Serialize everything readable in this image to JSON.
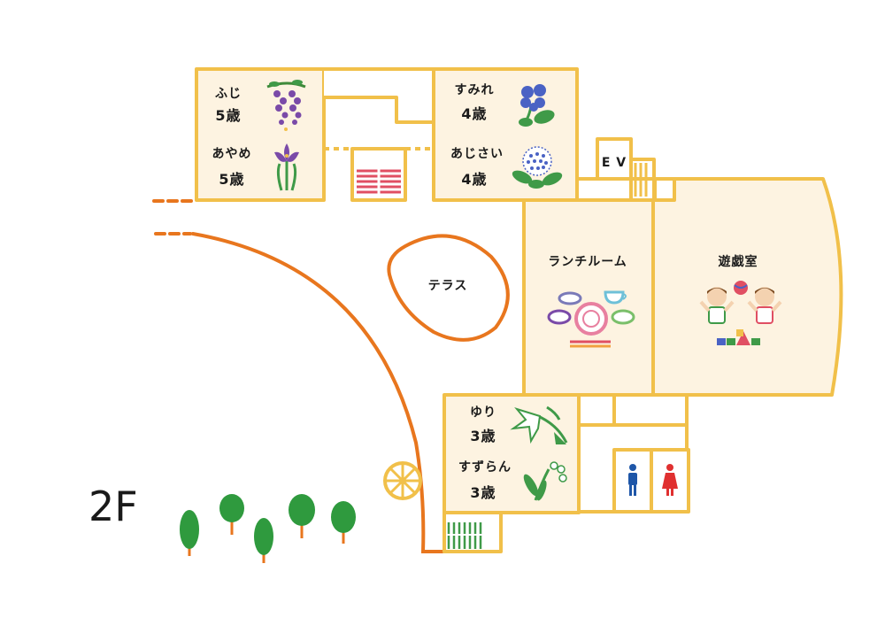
{
  "floor": "2F",
  "colors": {
    "wall": "#f1c04a",
    "room_fill": "#fdf3e1",
    "path": "#e8761e",
    "stair_red": "#e04f63",
    "stair_green": "#3f9a48",
    "tree": "#2f9a3e",
    "trunk": "#e8761e"
  },
  "rooms": {
    "fuji": {
      "name": "ふじ",
      "age": "5歳",
      "icon": "wisteria-icon"
    },
    "ayame": {
      "name": "あやめ",
      "age": "5歳",
      "icon": "iris-icon"
    },
    "sumire": {
      "name": "すみれ",
      "age": "4歳",
      "icon": "violet-icon"
    },
    "ajisai": {
      "name": "あじさい",
      "age": "4歳",
      "icon": "hydrangea-icon"
    },
    "yuri": {
      "name": "ゆり",
      "age": "3歳",
      "icon": "lily-icon"
    },
    "suzuran": {
      "name": "すずらん",
      "age": "3歳",
      "icon": "lily-of-the-valley-icon"
    },
    "lunch": {
      "name": "ランチルーム",
      "icon": "tableware-icon"
    },
    "playroom": {
      "name": "遊戯室",
      "icon": "children-playing-icon"
    },
    "terrace": {
      "name": "テラス"
    },
    "elevator": {
      "name": "E V"
    }
  },
  "restrooms": {
    "male_icon": "male-restroom-icon",
    "female_icon": "female-restroom-icon"
  }
}
